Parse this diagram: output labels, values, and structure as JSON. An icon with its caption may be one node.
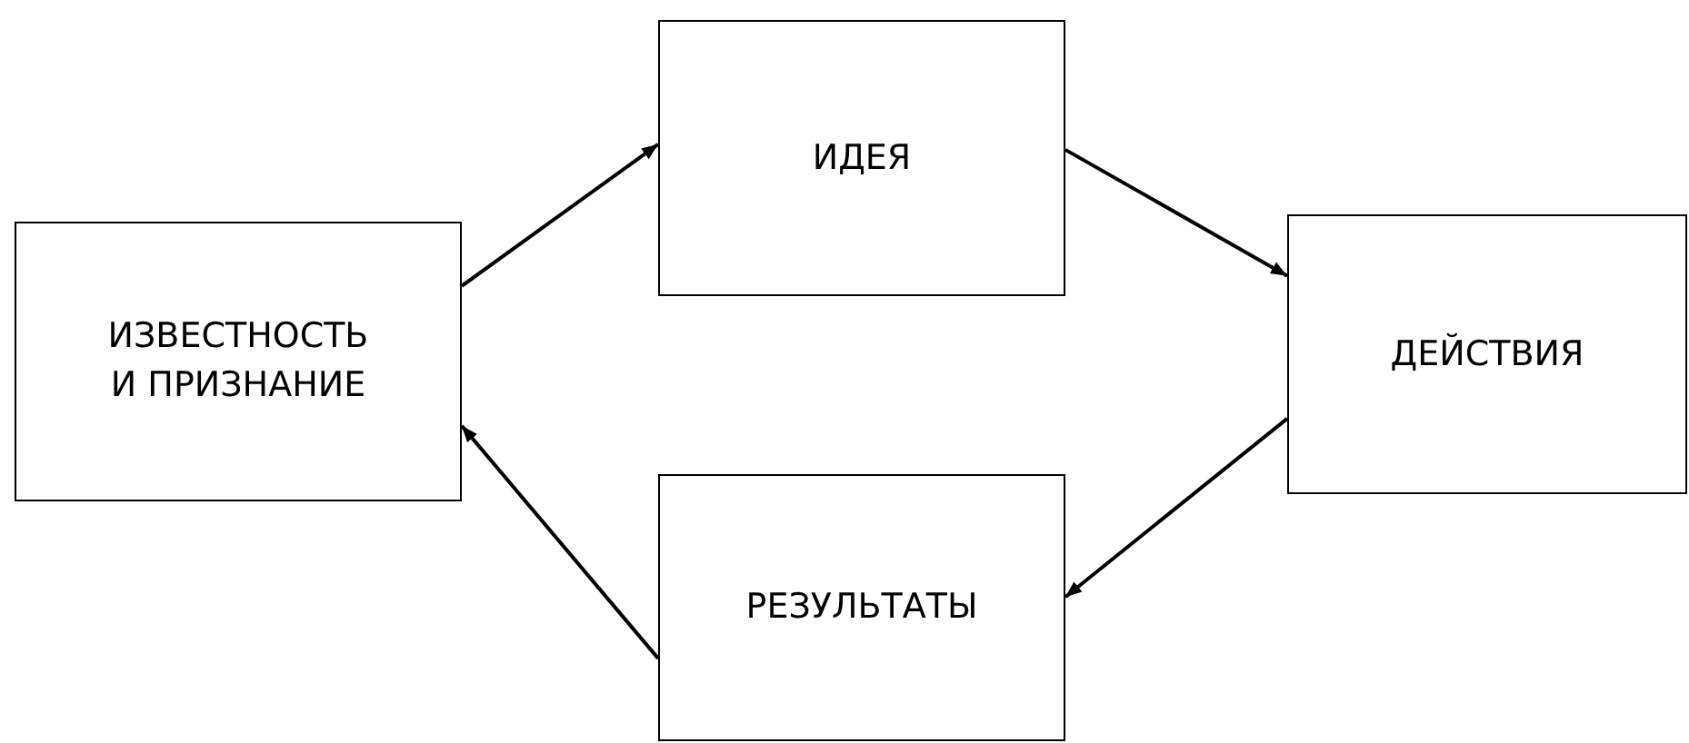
{
  "diagram": {
    "nodes": [
      {
        "text": [
          "ИЗВЕСТНОСТЬ И ПРИЗНАНИЕ"
        ]
      },
      {
        "text": [
          "ИДЕЯ"
        ]
      },
      {
        "text": [
          "ДЕЙСТВИЯ"
        ]
      },
      {
        "text": [
          "РЕЗУЛЬТАТЫ"
        ]
      }
    ],
    "edges": [
      {
        "from": 0,
        "to": 1,
        "arrow": "to"
      },
      {
        "from": 1,
        "to": 2,
        "arrow": "to"
      },
      {
        "from": 2,
        "to": 3,
        "arrow": "to"
      },
      {
        "from": 3,
        "to": 0,
        "arrow": "to"
      }
    ]
  }
}
